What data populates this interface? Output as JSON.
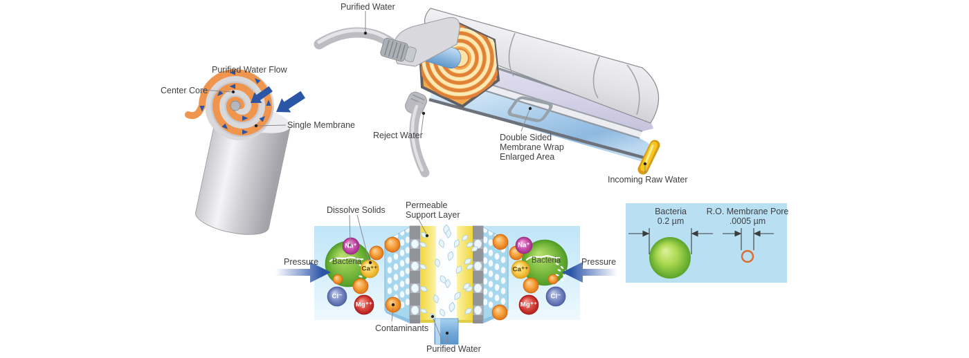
{
  "spiral_inset": {
    "purified_water_flow": "Purified Water Flow",
    "center_core": "Center Core",
    "single_membrane": "Single Membrane"
  },
  "module": {
    "purified_water": "Purified Water",
    "reject_water": "Reject Water",
    "wrap_line1": "Double Sided",
    "wrap_line2": "Membrane Wrap",
    "wrap_line3": "Enlarged Area",
    "incoming_raw_water": "Incoming Raw Water"
  },
  "cross_section": {
    "dissolve_solids": "Dissolve Solids",
    "permeable_line1": "Permeable",
    "permeable_line2": "Support Layer",
    "pressure_left": "Pressure",
    "pressure_right": "Pressure",
    "contaminants": "Contaminants",
    "purified_water": "Purified Water",
    "bacteria": "Bacteria",
    "ions": {
      "na": "Na⁺",
      "ca": "Ca⁺⁺",
      "cl": "Cl⁻",
      "mg": "Mg⁺⁺"
    }
  },
  "size_comparison": {
    "bacteria_label": "Bacteria",
    "bacteria_size": "0.2 µm",
    "pore_label": "R.O. Membrane Pore",
    "pore_size": ".0005 µm"
  },
  "colors": {
    "membrane_orange": "#ef954d",
    "flow_arrow_blue": "#2b55a5",
    "bacteria_green": "#6cb32e",
    "support_yellow": "#f2d63c",
    "raw_water_yellow": "#f3c622",
    "panel_blue": "#a5d7ee",
    "comparison_box_blue": "#b8dff2",
    "pore_ring_orange": "#db6a2e"
  }
}
